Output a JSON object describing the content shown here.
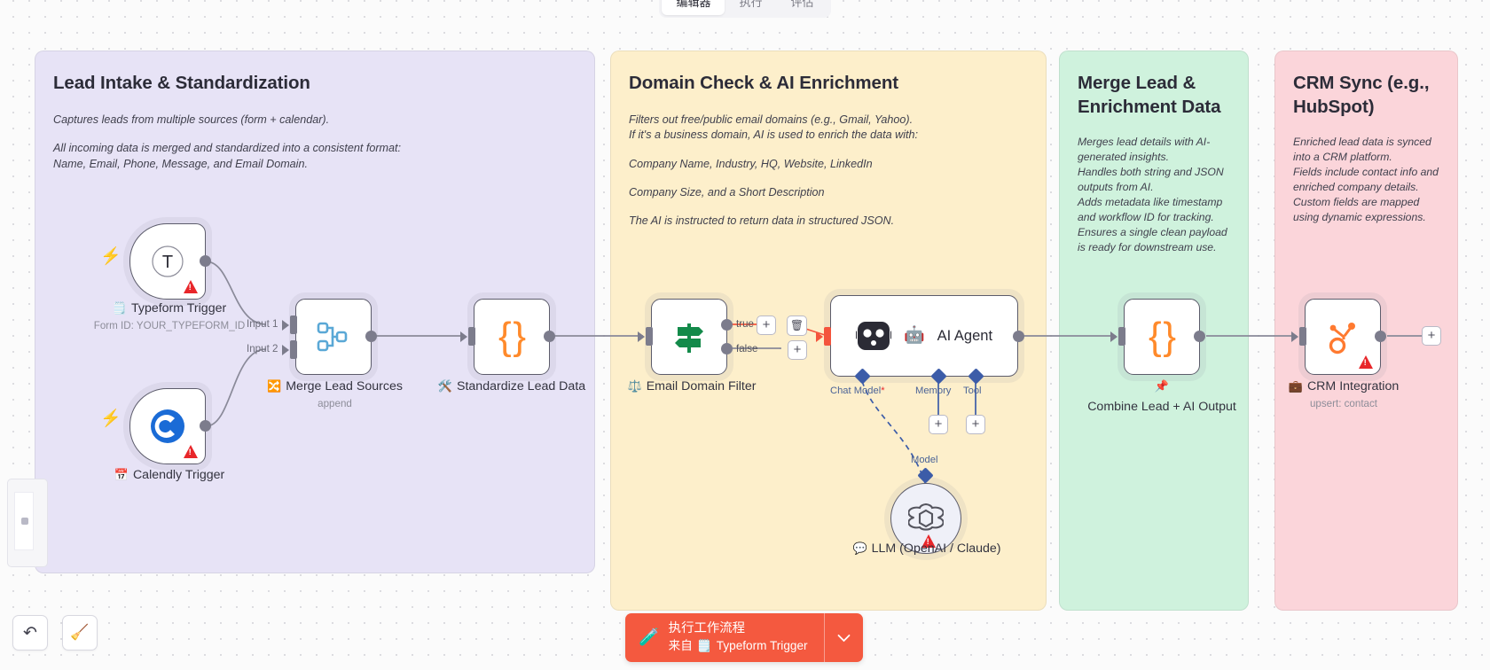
{
  "topbar": {
    "tabs": [
      {
        "label": "编辑器",
        "active": true
      },
      {
        "label": "执行",
        "active": false
      },
      {
        "label": "评估",
        "active": false
      }
    ]
  },
  "panels": [
    {
      "id": "panel-1",
      "title": "Lead Intake & Standardization",
      "color": "#e7e3f6",
      "paragraphs": [
        "Captures leads from multiple sources (form + calendar).",
        "All incoming data is merged and standardized into a consistent format:\nName, Email, Phone, Message, and Email Domain."
      ]
    },
    {
      "id": "panel-2",
      "title": "Domain Check & AI Enrichment",
      "color": "#fdefcb",
      "paragraphs": [
        "Filters out free/public email domains (e.g., Gmail, Yahoo).\nIf it's a business domain, AI is used to enrich the data with:",
        "Company Name, Industry, HQ, Website, LinkedIn",
        "Company Size, and a Short Description",
        "The AI is instructed to return data in structured JSON."
      ]
    },
    {
      "id": "panel-3",
      "title": "Merge Lead & Enrichment Data",
      "color": "#cff2dd",
      "paragraphs": [
        "Merges lead details with AI-generated insights.\nHandles both string and JSON outputs from AI.\nAdds metadata like timestamp and workflow ID for tracking.\nEnsures a single clean payload is ready for downstream use."
      ]
    },
    {
      "id": "panel-4",
      "title": "CRM Sync (e.g., HubSpot)",
      "color": "#fbd5da",
      "paragraphs": [
        "Enriched lead data is synced into a CRM platform.\nFields include contact info and enriched company details.\nCustom fields are mapped using dynamic expressions."
      ]
    }
  ],
  "nodes": {
    "typeform": {
      "name": "Typeform Trigger",
      "subtitle": "Form ID: YOUR_TYPEFORM_ID",
      "emoji": "🗒️",
      "icon": "typeform-icon",
      "has_warning": true
    },
    "calendly": {
      "name": "Calendly Trigger",
      "subtitle": "",
      "emoji": "📅",
      "icon": "calendly-icon",
      "has_warning": true
    },
    "merge": {
      "name": "Merge Lead Sources",
      "subtitle": "append",
      "emoji": "🔀",
      "icon": "merge-icon",
      "inputs": [
        "Input 1",
        "Input 2"
      ],
      "has_warning": false
    },
    "standardize": {
      "name": "Standardize Lead Data",
      "subtitle": "",
      "emoji": "🛠️",
      "icon": "code-braces-icon",
      "has_warning": false
    },
    "filter": {
      "name": "Email Domain Filter",
      "subtitle": "",
      "emoji": "⚖️",
      "icon": "signpost-icon",
      "outputs": [
        "true",
        "false"
      ],
      "has_warning": false
    },
    "agent": {
      "name": "AI Agent",
      "emoji": "🤖",
      "icon": "robot-icon",
      "sub_ports": [
        {
          "label": "Chat Model",
          "required": true
        },
        {
          "label": "Memory",
          "required": false
        },
        {
          "label": "Tool",
          "required": false
        }
      ],
      "has_warning": false
    },
    "llm": {
      "name": "LLM (OpenAI / Claude)",
      "emoji": "💬",
      "icon": "openai-icon",
      "port_label": "Model",
      "has_warning": true
    },
    "combine": {
      "name": "Combine Lead + AI Output",
      "subtitle": "",
      "emoji": "📌",
      "icon": "code-braces-icon",
      "has_warning": false
    },
    "crm": {
      "name": "CRM Integration",
      "subtitle": "upsert: contact",
      "emoji": "💼",
      "icon": "hubspot-icon",
      "has_warning": true
    }
  },
  "controls": {
    "undo_label": "↶",
    "tidy_label": "🧹",
    "add_button": "+",
    "delete_button": "🗑"
  },
  "execute_button": {
    "title": "执行工作流程",
    "from_prefix": "来自",
    "from_node": "Typeform Trigger",
    "from_emoji": "🗒️",
    "icon": "flask-icon",
    "chevron": "⌄",
    "color": "#f4593f"
  }
}
